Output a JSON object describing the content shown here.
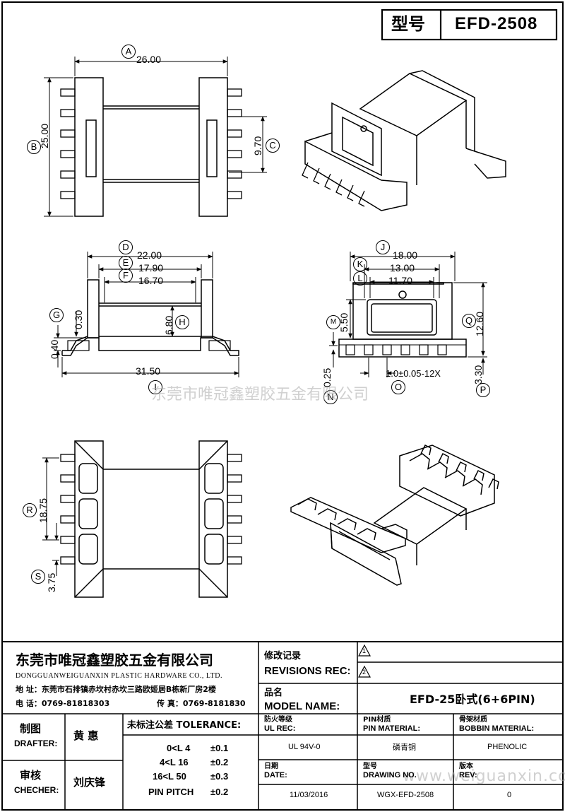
{
  "header": {
    "model_label": "型号",
    "model_value": "EFD-2508"
  },
  "dimensions": {
    "A": "26.00",
    "B": "25.00",
    "C": "9.70",
    "D": "22.00",
    "E": "17.90",
    "F": "16.70",
    "G": "0.40",
    "G2": "0.30",
    "H": "6.80",
    "I": "31.50",
    "J": "18.00",
    "K": "13.00",
    "L": "11.70",
    "M": "5.50",
    "N": "0.25",
    "O": "1.0±0.05-12X",
    "P": "3.30",
    "Q": "12.60",
    "R": "18.75",
    "S": "3.75"
  },
  "labels": [
    "A",
    "B",
    "C",
    "D",
    "E",
    "F",
    "G",
    "H",
    "I",
    "J",
    "K",
    "L",
    "M",
    "N",
    "O",
    "P",
    "Q",
    "R",
    "S"
  ],
  "watermarks": {
    "center": "东莞市唯冠鑫塑胶五金有限公司",
    "bottom": "www.weiguanxin.com"
  },
  "title_block": {
    "company_cn": "东莞市唯冠鑫塑胶五金有限公司",
    "company_en": "DONGGUANWEIGUANXIN PLASTIC HARDWARE CO., LTD.",
    "address": "地  址：东莞市石排镇赤坎村赤坎三路欧姬居B栋新厂房2楼",
    "phone": "电  话：0769-81818303",
    "fax": "传  真：0769-8181830",
    "revisions_cn": "修改记录",
    "revisions_en": "REVISIONS REC:",
    "rev_marks": [
      "1",
      "2"
    ],
    "model_name_cn": "品名",
    "model_name_en": "MODEL NAME:",
    "model_name_value": "EFD-25卧式(6+6PIN)",
    "drafter_cn": "制图",
    "drafter_en": "DRAFTER:",
    "drafter_name": "黄  惠",
    "checker_cn": "审核",
    "checker_en": "CHECHER:",
    "checker_name": "刘庆锋",
    "tolerance_title": "未标注公差 TOLERANCE:",
    "tolerances": [
      {
        "range": "0<L   4",
        "value": "±0.1"
      },
      {
        "range": "4<L   16",
        "value": "±0.2"
      },
      {
        "range": "16<L   50",
        "value": "±0.3"
      },
      {
        "range": "PIN PITCH",
        "value": "±0.2"
      }
    ],
    "ul_cn": "防火等级",
    "ul_en": "UL REC:",
    "ul_value": "UL 94V-0",
    "pin_mat_cn": "PIN材质",
    "pin_mat_en": "PIN MATERIAL:",
    "pin_mat_value": "磷青铜",
    "bobbin_mat_cn": "骨架材质",
    "bobbin_mat_en": "BOBBIN MATERIAL:",
    "bobbin_mat_value": "PHENOLIC",
    "date_cn": "日期",
    "date_en": "DATE:",
    "date_value": "11/03/2016",
    "drawing_cn": "型号",
    "drawing_en": "DRAWING NO.",
    "drawing_value": "WGX-EFD-2508",
    "rev_cn": "版本",
    "rev_en": "REV:",
    "rev_value": "0"
  }
}
